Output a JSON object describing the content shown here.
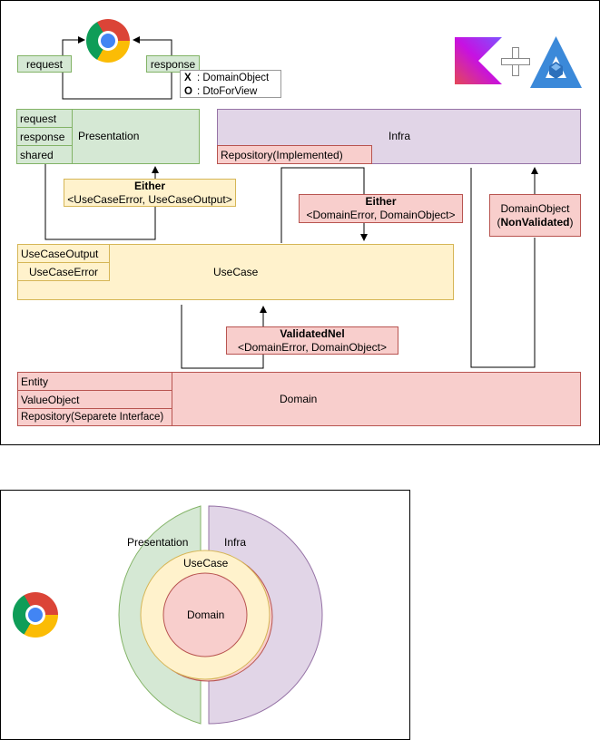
{
  "top_diagram": {
    "browser": {
      "request_label": "request",
      "response_label": "response"
    },
    "legend": {
      "x_key": "X",
      "x_value": "DomainObject",
      "o_key": "O",
      "o_value": "DtoForView"
    },
    "logos": {
      "plus": "+"
    },
    "presentation": {
      "title": "Presentation",
      "items": [
        "request",
        "response",
        "shared"
      ]
    },
    "infra": {
      "title": "Infra",
      "repository": "Repository(Implemented)"
    },
    "presentation_either": {
      "title": "Either",
      "types": "<UseCaseError, UseCaseOutput>"
    },
    "infra_either": {
      "title": "Either",
      "types": "<DomainError, DomainObject>"
    },
    "domain_object_nonvalidated": {
      "line1": "DomainObject",
      "line2_open": "(",
      "line2_bold": "NonValidated",
      "line2_close": ")"
    },
    "usecase": {
      "title": "UseCase",
      "items": [
        "UseCaseOutput",
        "UseCaseError"
      ]
    },
    "validated_nel": {
      "title": "ValidatedNel",
      "types": "<DomainError, DomainObject>"
    },
    "domain": {
      "title": "Domain",
      "items": [
        "Entity",
        "ValueObject",
        "Repository(Separete Interface)"
      ]
    }
  },
  "bottom_diagram": {
    "presentation": "Presentation",
    "infra": "Infra",
    "usecase": "UseCase",
    "domain": "Domain"
  },
  "colors": {
    "green_fill": "#d5e8d4",
    "purple_fill": "#e1d5e7",
    "yellow_fill": "#fff2cc",
    "red_fill": "#f8cecc"
  },
  "icons": [
    "chrome-icon",
    "kotlin-logo",
    "plus-icon",
    "arrow-kt-logo"
  ]
}
